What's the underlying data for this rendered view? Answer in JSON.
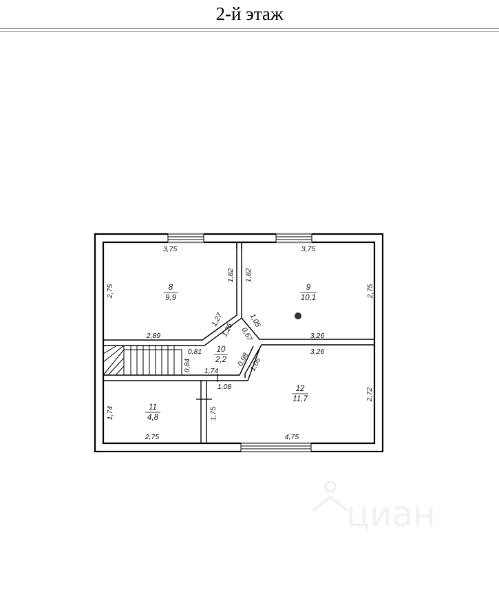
{
  "title": "2-й этаж",
  "watermark": "циан",
  "colors": {
    "wall": "#000000",
    "background": "#ffffff",
    "header_rule": "#9a9a9a",
    "watermark": "#ececec"
  },
  "rooms": [
    {
      "number": "8",
      "area": "9,9"
    },
    {
      "number": "9",
      "area": "10,1"
    },
    {
      "number": "10",
      "area": "2,2"
    },
    {
      "number": "11",
      "area": "4,8"
    },
    {
      "number": "12",
      "area": "11,7"
    }
  ],
  "dimensions": {
    "room8_top": "3,75",
    "room8_left": "2,75",
    "room8_right": "1,82",
    "room8_bottom": "2,89",
    "room9_top": "3,75",
    "room9_right": "2,75",
    "room9_left": "1,82",
    "room9_bottom": "3,26",
    "diag_upper_left": "1,27",
    "diag_upper_right": "1,05",
    "hall_a": "1,26",
    "hall_b": "0,67",
    "hall_c": "0,81",
    "hall_d": "0,84",
    "hall_e": "1,74",
    "hall_f": "0,98",
    "hall_g": "1,05",
    "hall_h": "1,08",
    "room11_left": "1,74",
    "room11_bottom": "2,75",
    "room11_right": "1,75",
    "room12_top": "3,26",
    "room12_right": "2,72",
    "room12_bottom": "4,75"
  }
}
